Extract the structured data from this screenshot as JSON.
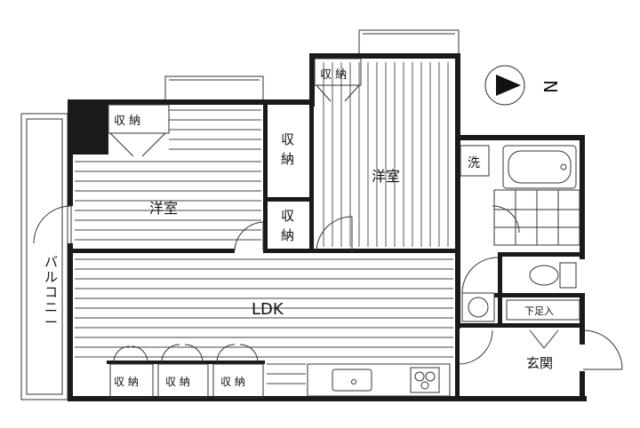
{
  "rooms": {
    "western_room_left": "洋室",
    "western_room_right": "洋室",
    "ldk": "LDK",
    "entrance": "玄関",
    "balcony": "バルコニー",
    "closet_top_left": "収 納",
    "closet_top_right": "収 納",
    "closet_middle_upper": "収\n納",
    "closet_middle_lower": "収\n納",
    "closet_bottom_1": "収 納",
    "closet_bottom_2": "収 納",
    "closet_bottom_3": "収 納",
    "washer": "洗",
    "shoe_closet": "下足入"
  },
  "compass": {
    "label": "N"
  },
  "colors": {
    "wall": "#1a1a1a",
    "line": "#333333",
    "background": "#ffffff"
  }
}
